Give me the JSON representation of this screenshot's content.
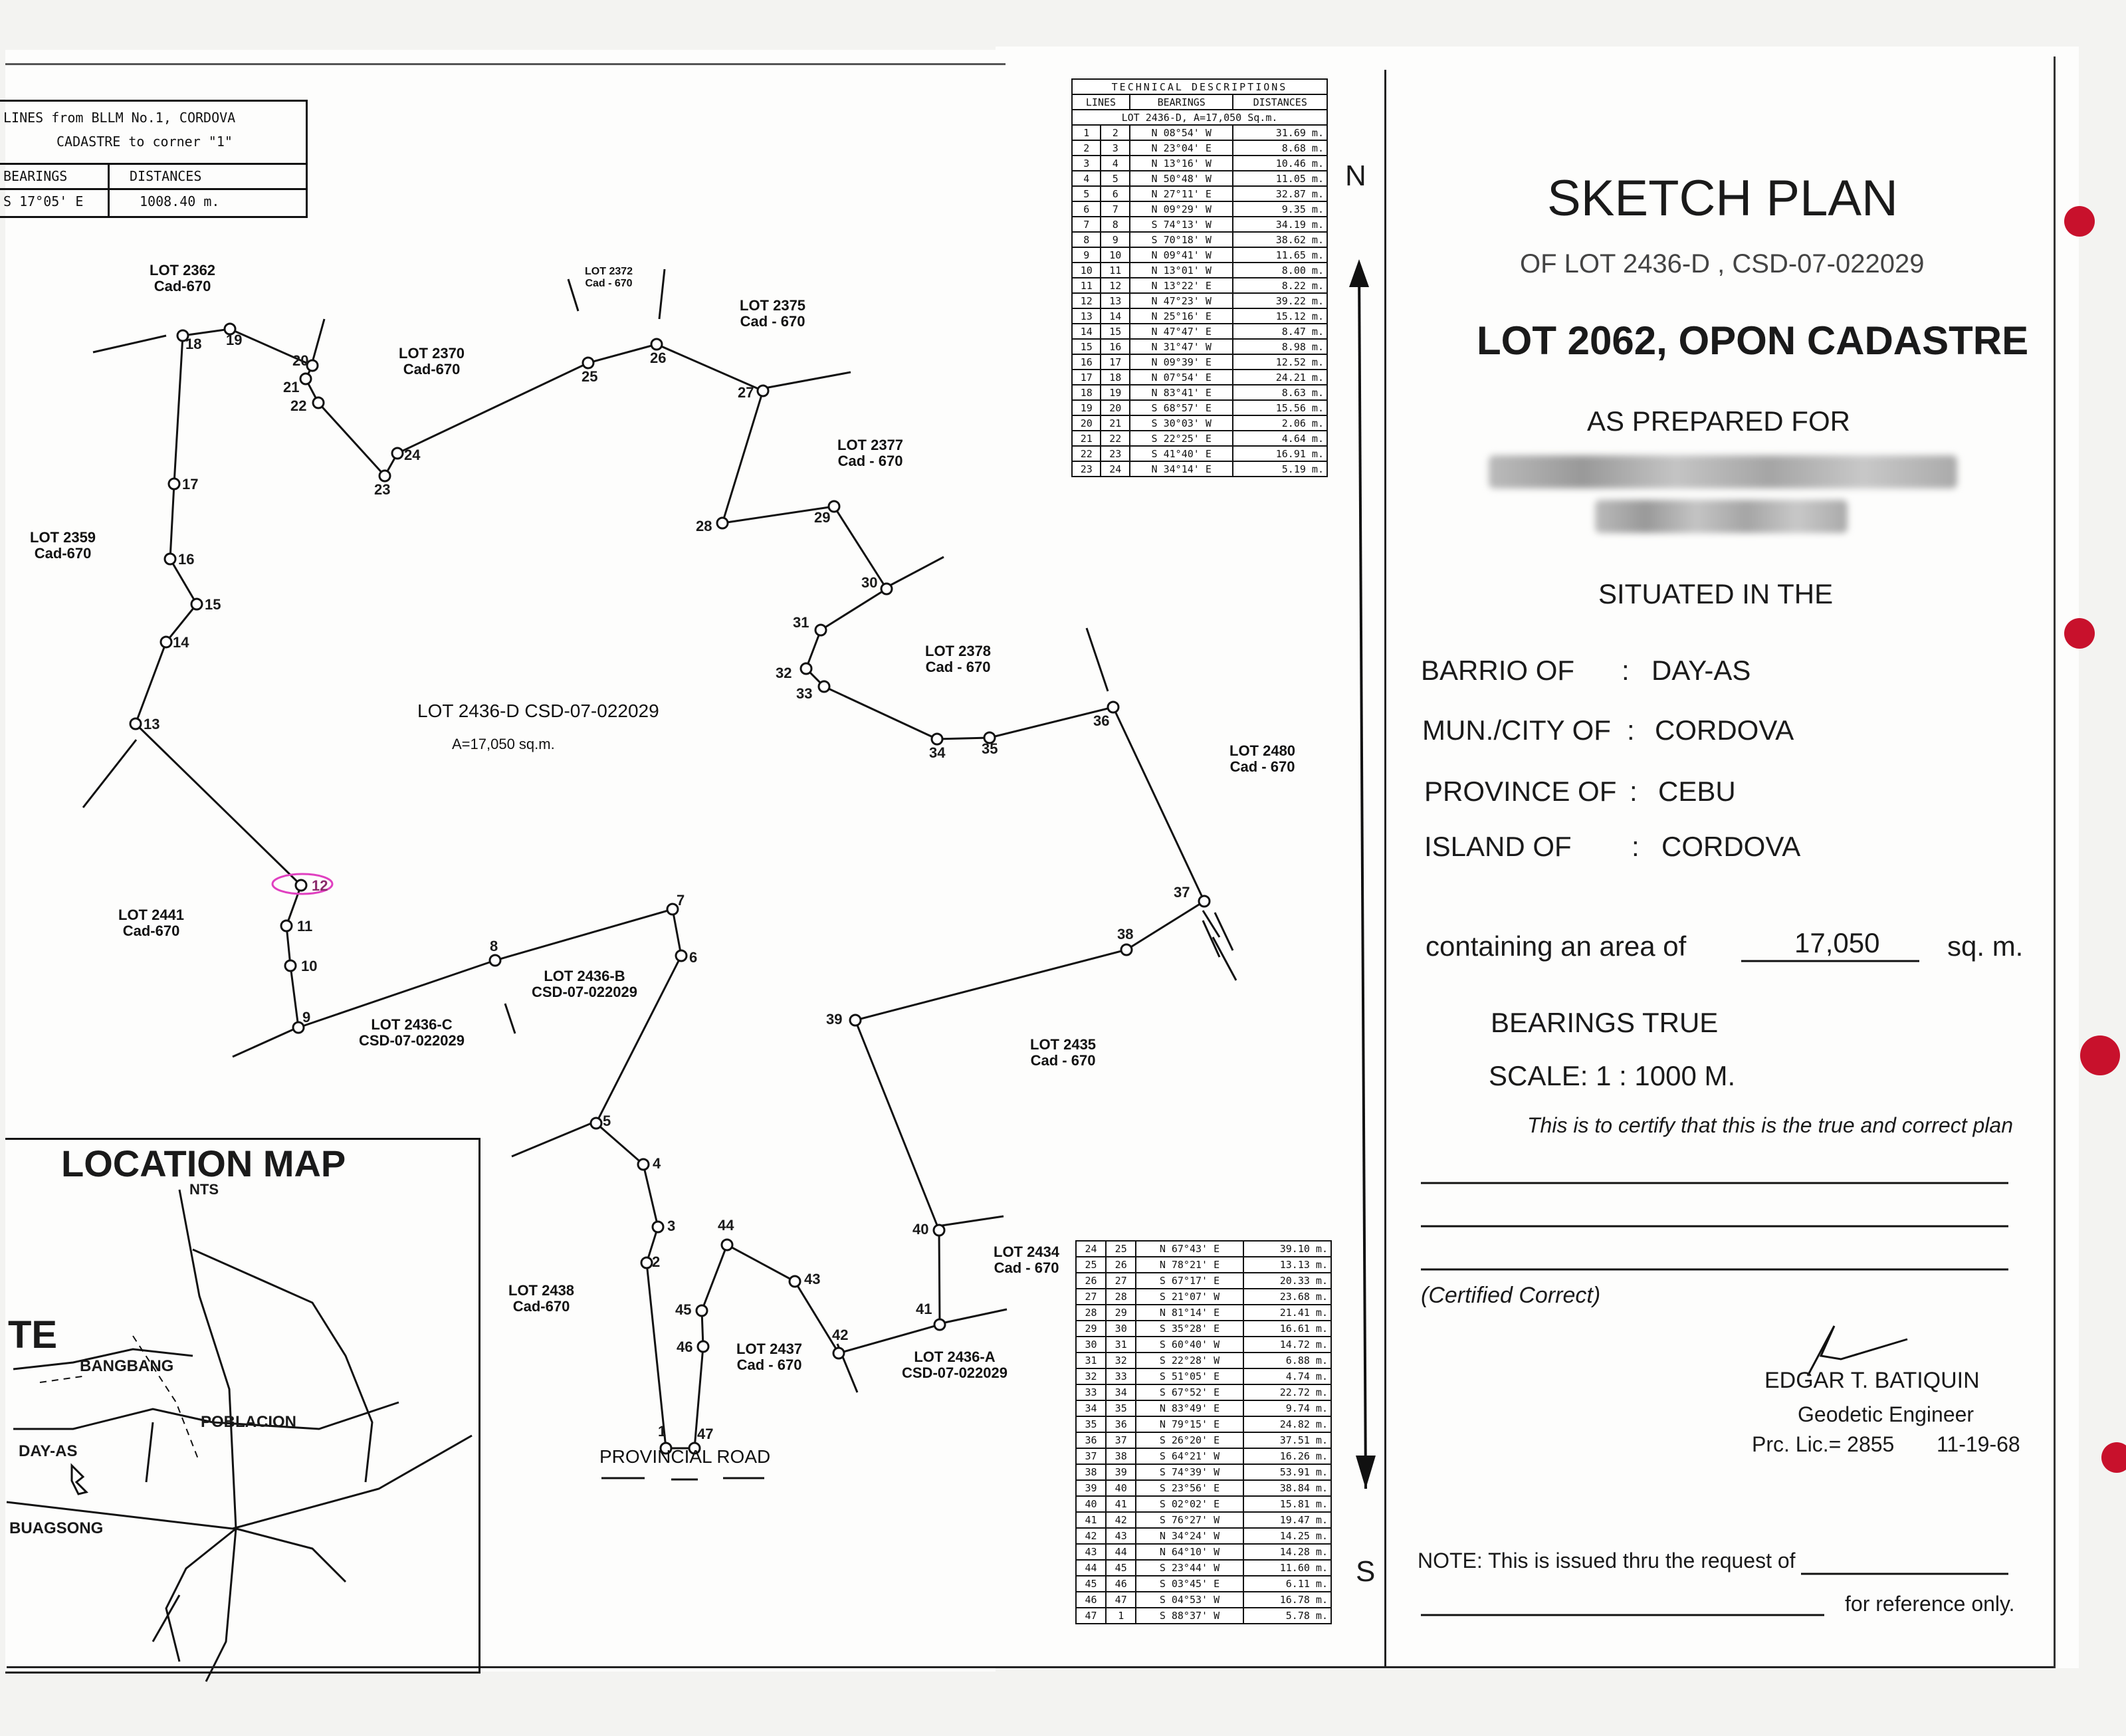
{
  "bllm_box": {
    "title_line1": "LINES from BLLM No.1, CORDOVA",
    "title_line2": "CADASTRE to corner \"1\"",
    "col_bearing": "BEARINGS",
    "col_distance": "DISTANCES",
    "bearing": "S 17°05' E",
    "distance": "1008.40 m."
  },
  "lot_labels": [
    {
      "l1": "LOT 2362",
      "l2": "Cad-670"
    },
    {
      "l1": "LOT 2372",
      "l2": "Cad - 670"
    },
    {
      "l1": "LOT 2375",
      "l2": "Cad - 670"
    },
    {
      "l1": "LOT 2370",
      "l2": "Cad-670"
    },
    {
      "l1": "LOT 2377",
      "l2": "Cad - 670"
    },
    {
      "l1": "LOT 2359",
      "l2": "Cad-670"
    },
    {
      "l1": "LOT 2378",
      "l2": "Cad - 670"
    },
    {
      "l1": "LOT 2480",
      "l2": "Cad - 670"
    },
    {
      "l1": "LOT 2441",
      "l2": "Cad-670"
    },
    {
      "l1": "LOT 2436-B",
      "l2": "CSD-07-022029"
    },
    {
      "l1": "LOT 2436-C",
      "l2": "CSD-07-022029"
    },
    {
      "l1": "LOT 2435",
      "l2": "Cad - 670"
    },
    {
      "l1": "LOT 2434",
      "l2": "Cad - 670"
    },
    {
      "l1": "LOT 2438",
      "l2": "Cad-670"
    },
    {
      "l1": "LOT 2437",
      "l2": "Cad - 670"
    },
    {
      "l1": "LOT 2436-A",
      "l2": "CSD-07-022029"
    }
  ],
  "main_lot": {
    "name": "LOT 2436-D CSD-07-022029",
    "area": "A=17,050 sq.m."
  },
  "road_label": "PROVINCIAL ROAD",
  "corner_labels": {
    "c1": "1",
    "c2": "2",
    "c3": "3",
    "c4": "4",
    "c5": "5",
    "c6": "6",
    "c7": "7",
    "c8": "8",
    "c9": "9",
    "c10": "10",
    "c11": "11",
    "c12": "12",
    "c13": "13",
    "c14": "14",
    "c15": "15",
    "c16": "16",
    "c17": "17",
    "c18": "18",
    "c19": "19",
    "c20": "20",
    "c21": "21",
    "c22": "22",
    "c23": "23",
    "c24": "24",
    "c25": "25",
    "c26": "26",
    "c27": "27",
    "c28": "28",
    "c29": "29",
    "c30": "30",
    "c31": "31",
    "c32": "32",
    "c33": "33",
    "c34": "34",
    "c35": "35",
    "c36": "36",
    "c37": "37",
    "c38": "38",
    "c39": "39",
    "c40": "40",
    "c41": "41",
    "c42": "42",
    "c43": "43",
    "c44": "44",
    "c45": "45",
    "c46": "46",
    "c47": "47"
  },
  "tech_table": {
    "title": "TECHNICAL DESCRIPTIONS",
    "col_lines": "LINES",
    "col_bearings": "BEARINGS",
    "col_distances": "DISTANCES",
    "subtitle": "LOT 2436-D, A=17,050 Sq.m.",
    "rows1": [
      [
        "1",
        "2",
        "N 08°54' W",
        "31.69 m."
      ],
      [
        "2",
        "3",
        "N 23°04' E",
        "8.68 m."
      ],
      [
        "3",
        "4",
        "N 13°16' W",
        "10.46 m."
      ],
      [
        "4",
        "5",
        "N 50°48' W",
        "11.05 m."
      ],
      [
        "5",
        "6",
        "N 27°11' E",
        "32.87 m."
      ],
      [
        "6",
        "7",
        "N 09°29' W",
        "9.35 m."
      ],
      [
        "7",
        "8",
        "S 74°13' W",
        "34.19 m."
      ],
      [
        "8",
        "9",
        "S 70°18' W",
        "38.62 m."
      ],
      [
        "9",
        "10",
        "N 09°41' W",
        "11.65 m."
      ],
      [
        "10",
        "11",
        "N 13°01' W",
        "8.00 m."
      ],
      [
        "11",
        "12",
        "N 13°22' E",
        "8.22 m."
      ],
      [
        "12",
        "13",
        "N 47°23' W",
        "39.22 m."
      ],
      [
        "13",
        "14",
        "N 25°16' E",
        "15.12 m."
      ],
      [
        "14",
        "15",
        "N 47°47' E",
        "8.47 m."
      ],
      [
        "15",
        "16",
        "N 31°47' W",
        "8.98 m."
      ],
      [
        "16",
        "17",
        "N 09°39' E",
        "12.52 m."
      ],
      [
        "17",
        "18",
        "N 07°54' E",
        "24.21 m."
      ],
      [
        "18",
        "19",
        "N 83°41' E",
        "8.63 m."
      ],
      [
        "19",
        "20",
        "S 68°57' E",
        "15.56 m."
      ],
      [
        "20",
        "21",
        "S 30°03' W",
        "2.06 m."
      ],
      [
        "21",
        "22",
        "S 22°25' E",
        "4.64 m."
      ],
      [
        "22",
        "23",
        "S 41°40' E",
        "16.91 m."
      ],
      [
        "23",
        "24",
        "N 34°14' E",
        "5.19 m."
      ]
    ],
    "rows2": [
      [
        "24",
        "25",
        "N 67°43' E",
        "39.10 m."
      ],
      [
        "25",
        "26",
        "N 78°21' E",
        "13.13 m."
      ],
      [
        "26",
        "27",
        "S 67°17' E",
        "20.33 m."
      ],
      [
        "27",
        "28",
        "S 21°07' W",
        "23.68 m."
      ],
      [
        "28",
        "29",
        "N 81°14' E",
        "21.41 m."
      ],
      [
        "29",
        "30",
        "S 35°28' E",
        "16.61 m."
      ],
      [
        "30",
        "31",
        "S 60°40' W",
        "14.72 m."
      ],
      [
        "31",
        "32",
        "S 22°28' W",
        "6.88 m."
      ],
      [
        "32",
        "33",
        "S 51°05' E",
        "4.74 m."
      ],
      [
        "33",
        "34",
        "S 67°52' E",
        "22.72 m."
      ],
      [
        "34",
        "35",
        "N 83°49' E",
        "9.74 m."
      ],
      [
        "35",
        "36",
        "N 79°15' E",
        "24.82 m."
      ],
      [
        "36",
        "37",
        "S 26°20' E",
        "37.51 m."
      ],
      [
        "37",
        "38",
        "S 64°21' W",
        "16.26 m."
      ],
      [
        "38",
        "39",
        "S 74°39' W",
        "53.91 m."
      ],
      [
        "39",
        "40",
        "S 23°56' E",
        "38.84 m."
      ],
      [
        "40",
        "41",
        "S 02°02' E",
        "15.81 m."
      ],
      [
        "41",
        "42",
        "S 76°27' W",
        "19.47 m."
      ],
      [
        "42",
        "43",
        "N 34°24' W",
        "14.25 m."
      ],
      [
        "43",
        "44",
        "N 64°10' W",
        "14.28 m."
      ],
      [
        "44",
        "45",
        "S 23°44' W",
        "11.60 m."
      ],
      [
        "45",
        "46",
        "S 03°45' E",
        "6.11 m."
      ],
      [
        "46",
        "47",
        "S 04°53' W",
        "16.78 m."
      ],
      [
        "47",
        "1",
        "S 88°37' W",
        "5.78 m."
      ]
    ]
  },
  "north_arrow": {
    "n": "N",
    "s": "S"
  },
  "title_block": {
    "title": "SKETCH PLAN",
    "of_lot": "OF LOT 2436-D , CSD-07-022029",
    "lot_cad": "LOT 2062, OPON CADASTRE",
    "prepared_for": "AS PREPARED FOR",
    "situated": "SITUATED IN THE",
    "barrio_label": "BARRIO OF",
    "barrio_value": "DAY-AS",
    "mun_label": "MUN./CITY OF",
    "mun_value": "CORDOVA",
    "province_label": "PROVINCE OF",
    "province_value": "CEBU",
    "island_label": "ISLAND OF",
    "island_value": "CORDOVA",
    "sep": ":",
    "area_label": "containing an area of",
    "area_value": "17,050",
    "area_unit": "sq. m.",
    "bearings": "BEARINGS TRUE",
    "scale": "SCALE: 1 :  1000  M.",
    "certify": "This is to certify that this is the true and correct plan",
    "certified_correct": "(Certified Correct)",
    "engineer": "EDGAR  T.  BATIQUIN",
    "engineer_title": "Geodetic Engineer",
    "license": "Prc. Lic.= 2855",
    "license_date": "11-19-68",
    "note1": "NOTE: This is issued thru the request of",
    "note2": "for reference only."
  },
  "location_map": {
    "title": "LOCATION MAP",
    "nts": "NTS",
    "te": "TE",
    "places": [
      "BANGBANG",
      "POBLACION",
      "DAY-AS",
      "BUAGSONG"
    ]
  },
  "colors": {
    "ink": "#111111",
    "paper": "#fdfdfc",
    "punch_hole": "#c8112c",
    "highlight": "#e040c0"
  }
}
